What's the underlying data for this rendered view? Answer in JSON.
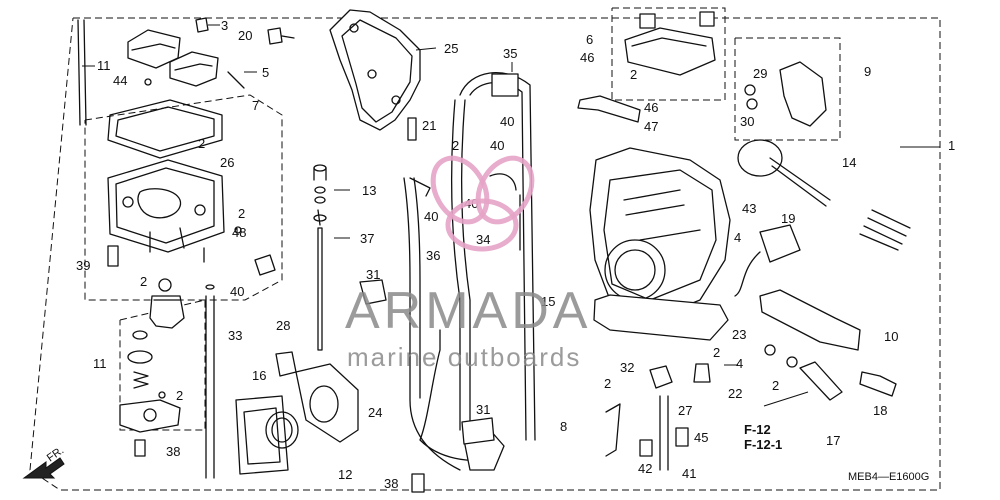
{
  "watermark": {
    "brand": "ARMADA",
    "tagline": "marine outboards",
    "logo_color": "#e6a3c6"
  },
  "drawing_code": "MEB4—E1600G",
  "direction_arrow": {
    "label": "FR."
  },
  "callouts": [
    {
      "id": "c1",
      "text": "1"
    },
    {
      "id": "c2a",
      "text": "2"
    },
    {
      "id": "c2b",
      "text": "2"
    },
    {
      "id": "c2c",
      "text": "2"
    },
    {
      "id": "c2d",
      "text": "2"
    },
    {
      "id": "c2e",
      "text": "2"
    },
    {
      "id": "c2f",
      "text": "2"
    },
    {
      "id": "c2g",
      "text": "2"
    },
    {
      "id": "c2h",
      "text": "2"
    },
    {
      "id": "c2i",
      "text": "2"
    },
    {
      "id": "c3",
      "text": "3"
    },
    {
      "id": "c4a",
      "text": "4"
    },
    {
      "id": "c4b",
      "text": "4"
    },
    {
      "id": "c5",
      "text": "5"
    },
    {
      "id": "c6",
      "text": "6"
    },
    {
      "id": "c7",
      "text": "7"
    },
    {
      "id": "c8",
      "text": "8"
    },
    {
      "id": "c9",
      "text": "9"
    },
    {
      "id": "c10",
      "text": "10"
    },
    {
      "id": "c11a",
      "text": "11"
    },
    {
      "id": "c11b",
      "text": "11"
    },
    {
      "id": "c12",
      "text": "12"
    },
    {
      "id": "c13",
      "text": "13"
    },
    {
      "id": "c14",
      "text": "14"
    },
    {
      "id": "c15",
      "text": "15"
    },
    {
      "id": "c16",
      "text": "16"
    },
    {
      "id": "c17",
      "text": "17"
    },
    {
      "id": "c18",
      "text": "18"
    },
    {
      "id": "c19",
      "text": "19"
    },
    {
      "id": "c20",
      "text": "20"
    },
    {
      "id": "c21",
      "text": "21"
    },
    {
      "id": "c22",
      "text": "22"
    },
    {
      "id": "c23",
      "text": "23"
    },
    {
      "id": "c24",
      "text": "24"
    },
    {
      "id": "c25",
      "text": "25"
    },
    {
      "id": "c26",
      "text": "26"
    },
    {
      "id": "c27",
      "text": "27"
    },
    {
      "id": "c28",
      "text": "28"
    },
    {
      "id": "c29",
      "text": "29"
    },
    {
      "id": "c30",
      "text": "30"
    },
    {
      "id": "c31a",
      "text": "31"
    },
    {
      "id": "c31b",
      "text": "31"
    },
    {
      "id": "c32",
      "text": "32"
    },
    {
      "id": "c33",
      "text": "33"
    },
    {
      "id": "c34",
      "text": "34"
    },
    {
      "id": "c35",
      "text": "35"
    },
    {
      "id": "c36",
      "text": "36"
    },
    {
      "id": "c37",
      "text": "37"
    },
    {
      "id": "c38a",
      "text": "38"
    },
    {
      "id": "c38b",
      "text": "38"
    },
    {
      "id": "c39",
      "text": "39"
    },
    {
      "id": "c40a",
      "text": "40"
    },
    {
      "id": "c40b",
      "text": "40"
    },
    {
      "id": "c40c",
      "text": "40"
    },
    {
      "id": "c40d",
      "text": "40"
    },
    {
      "id": "c40e",
      "text": "40"
    },
    {
      "id": "c41",
      "text": "41"
    },
    {
      "id": "c42",
      "text": "42"
    },
    {
      "id": "c43",
      "text": "43"
    },
    {
      "id": "c44",
      "text": "44"
    },
    {
      "id": "c45",
      "text": "45"
    },
    {
      "id": "c46a",
      "text": "46"
    },
    {
      "id": "c46b",
      "text": "46"
    },
    {
      "id": "c47",
      "text": "47"
    },
    {
      "id": "c48",
      "text": "48"
    }
  ],
  "references": [
    {
      "id": "r1",
      "text": "F-12"
    },
    {
      "id": "r2",
      "text": "F-12-1"
    }
  ]
}
